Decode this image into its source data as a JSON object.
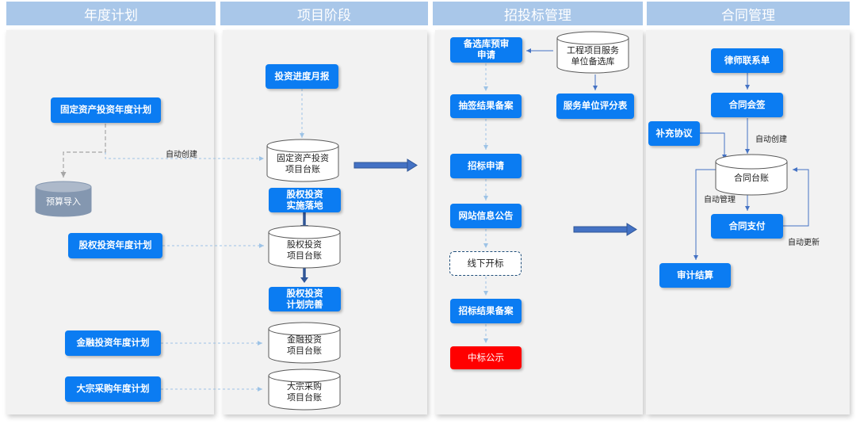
{
  "columns": {
    "annual_plan": "年度计划",
    "project_stage": "项目阶段",
    "bidding": "招投标管理",
    "contract": "合同管理"
  },
  "annual_plan": {
    "fixed_asset_plan": "固定资产投资年度计划",
    "budget_import": "预算导入",
    "equity_plan": "股权投资年度计划",
    "financial_plan": "金融投资年度计划",
    "bulk_purchase_plan": "大宗采购年度计划",
    "auto_create": "自动创建"
  },
  "project_stage": {
    "monthly_report": "投资进度月报",
    "fixed_asset_ledger": "固定资产投资\n项目台账",
    "equity_landing": "股权投资\n实施落地",
    "equity_ledger": "股权投资\n项目台账",
    "equity_plan_refine": "股权投资\n计划完善",
    "financial_ledger": "金融投资\n项目台账",
    "bulk_ledger": "大宗采购\n项目台账"
  },
  "bidding": {
    "preselect_apply": "备选库预审\n申请",
    "service_unit_pool": "工程项目服务\n单位备选库",
    "draw_result_filing": "抽签结果备案",
    "service_unit_score": "服务单位评分表",
    "tender_apply": "招标申请",
    "website_notice": "网站信息公告",
    "offline_opening": "线下开标",
    "tender_result_filing": "招标结果备案",
    "award_publicity": "中标公示"
  },
  "contract": {
    "lawyer_contact": "律师联系单",
    "contract_countersign": "合同会签",
    "supplement": "补充协议",
    "auto_create": "自动创建",
    "contract_ledger": "合同台账",
    "auto_manage": "自动管理",
    "contract_payment": "合同支付",
    "auto_update": "自动更新",
    "audit_settlement": "审计结算"
  },
  "colors": {
    "header": "#a9c7e9",
    "panel": "#f2f2f2",
    "box": "#0b7cf2",
    "highlight": "#ff0000",
    "arrow": "#2f5597"
  }
}
